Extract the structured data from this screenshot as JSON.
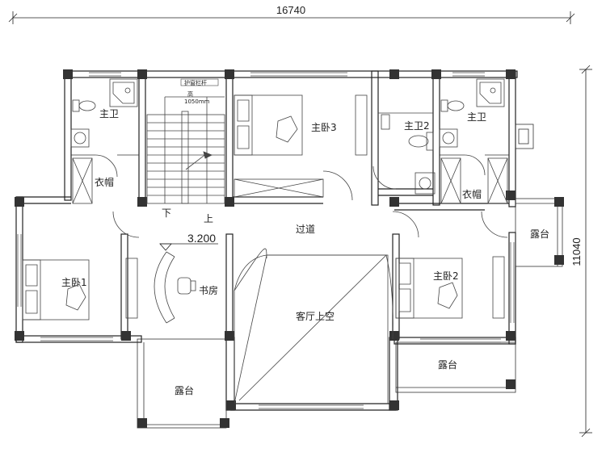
{
  "dimensions": {
    "width_total": "16740",
    "height_total": "11040"
  },
  "level_mark": "3.200",
  "stair": {
    "down_label": "下",
    "up_label": "上",
    "rail_label": "护窗栏杆",
    "rail_height_label": "高",
    "rail_height_value": "1050mm"
  },
  "rooms": {
    "master_bath_left": "主卫",
    "master_bath_right": "主卫",
    "master_bath_2": "主卫2",
    "closet_left": "衣帽",
    "closet_right": "衣帽",
    "master_bed_1": "主卧1",
    "master_bed_2": "主卧2",
    "master_bed_3": "主卧3",
    "corridor": "过道",
    "study": "书房",
    "living_void": "客厅上空",
    "terrace_bottom_left": "露台",
    "terrace_bottom_right": "露台",
    "terrace_right": "露台"
  }
}
